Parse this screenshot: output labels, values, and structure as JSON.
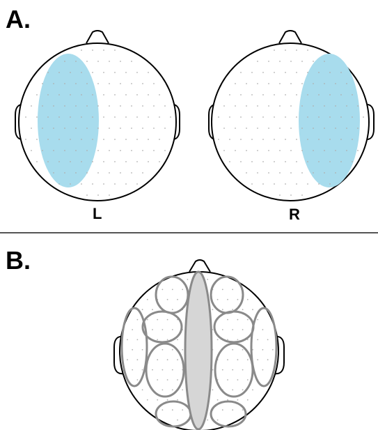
{
  "panel_a": {
    "label": "A.",
    "left_head": {
      "side_label": "L",
      "highlight_color": "#a8dced"
    },
    "right_head": {
      "side_label": "R",
      "highlight_color": "#a8dced"
    }
  },
  "panel_b": {
    "label": "B.",
    "region_outline_color": "#8a8a8a",
    "midline_fill_color": "#d6d6d6"
  },
  "colors": {
    "outline": "#000000",
    "electrode_dot": "#b0b0b0",
    "divider": "#555555"
  }
}
